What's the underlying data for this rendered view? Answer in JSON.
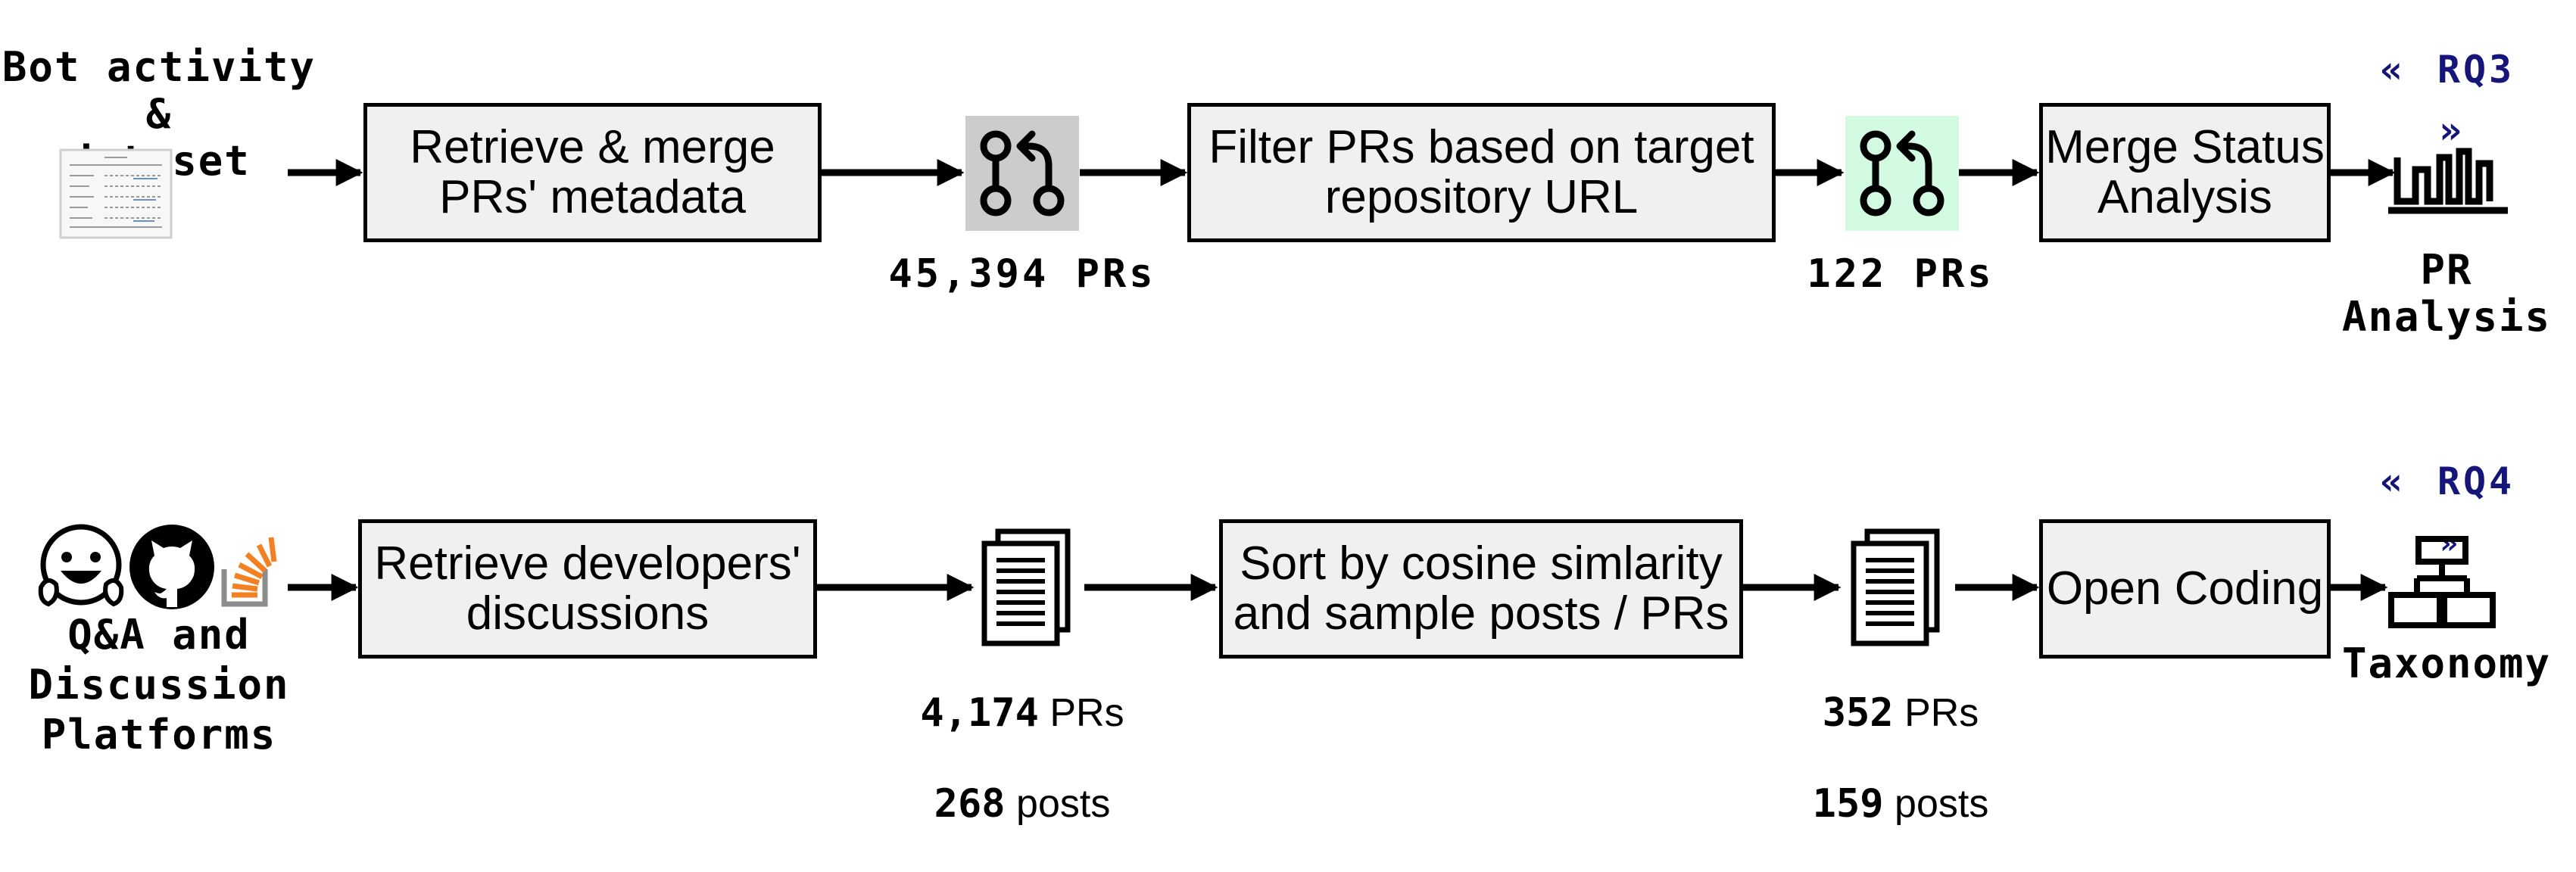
{
  "row1": {
    "source_title": "Bot activity &\ndataset",
    "step1_label": "Retrieve & merge\nPRs' metadata",
    "count1_label": "45,394 PRs",
    "step2_label": "Filter PRs based on target\nrepository URL",
    "count2_label": "122 PRs",
    "step3_label": "Merge Status\nAnalysis",
    "rq_open": "«",
    "rq_label": "RQ3",
    "rq_close": "»",
    "output_label": "PR Analysis",
    "pr_icon_bg_1": "#cccccc",
    "pr_icon_bg_2": "#d3fbe1"
  },
  "row2": {
    "source_title": "Q&A and\nDiscussion\nPlatforms",
    "step1_label": "Retrieve developers'\ndiscussions",
    "count1_prs_value": "4,174",
    "count1_prs_unit": "PRs",
    "count1_posts_value": "268",
    "count1_posts_unit": "posts",
    "step2_label": "Sort by cosine simlarity\nand sample posts / PRs",
    "count2_prs_value": "352",
    "count2_prs_unit": "PRs",
    "count2_posts_value": "159",
    "count2_posts_unit": "posts",
    "step3_label": "Open Coding",
    "rq_open": "«",
    "rq_label": "RQ4",
    "rq_close": "»",
    "output_label": "Taxonomy"
  },
  "icons": {
    "dataset": "dataset-thumbnail-icon",
    "pull_request": "pull-request-icon",
    "bar_chart": "bar-chart-icon",
    "huggingface": "huggingface-icon",
    "github": "github-icon",
    "stackoverflow": "stackoverflow-icon",
    "document_stack": "document-stack-icon",
    "taxonomy": "taxonomy-icon"
  },
  "colors": {
    "rq": "#16167a",
    "box_fill": "#f0f0f0",
    "hf_yellow": "#ffd21e",
    "so_orange": "#f48024"
  }
}
